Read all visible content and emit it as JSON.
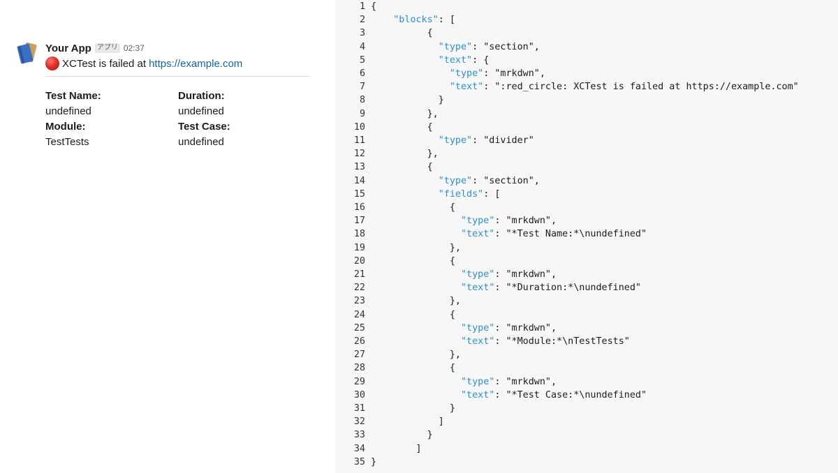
{
  "message": {
    "app_name": "Your App",
    "app_badge": "アプリ",
    "time": "02:37",
    "text": "XCTest is failed at",
    "link": "https://example.com",
    "status_emoji": "red-circle-icon",
    "colors": {
      "link": "#1264a3",
      "red_circle": "#e0302a",
      "divider": "#dddddd"
    },
    "fields": [
      {
        "label": "Test Name:",
        "value": "undefined"
      },
      {
        "label": "Duration:",
        "value": "undefined"
      },
      {
        "label": "Module:",
        "value": "TestTests"
      },
      {
        "label": "Test Case:",
        "value": "undefined"
      }
    ]
  },
  "code": {
    "colors": {
      "key": "#2c8fcf",
      "background": "#f7f7f7"
    },
    "lines": [
      {
        "n": "1",
        "indent": 0,
        "key": "",
        "rest": "{"
      },
      {
        "n": "2",
        "indent": 4,
        "key": "\"blocks\"",
        "rest": ": ["
      },
      {
        "n": "3",
        "indent": 10,
        "key": "",
        "rest": "{"
      },
      {
        "n": "4",
        "indent": 12,
        "key": "\"type\"",
        "rest": ": \"section\","
      },
      {
        "n": "5",
        "indent": 12,
        "key": "\"text\"",
        "rest": ": {"
      },
      {
        "n": "6",
        "indent": 14,
        "key": "\"type\"",
        "rest": ": \"mrkdwn\","
      },
      {
        "n": "7",
        "indent": 14,
        "key": "\"text\"",
        "rest": ": \":red_circle: XCTest is failed at https://example.com\""
      },
      {
        "n": "8",
        "indent": 12,
        "key": "",
        "rest": "}"
      },
      {
        "n": "9",
        "indent": 10,
        "key": "",
        "rest": "},"
      },
      {
        "n": "10",
        "indent": 10,
        "key": "",
        "rest": "{"
      },
      {
        "n": "11",
        "indent": 12,
        "key": "\"type\"",
        "rest": ": \"divider\""
      },
      {
        "n": "12",
        "indent": 10,
        "key": "",
        "rest": "},"
      },
      {
        "n": "13",
        "indent": 10,
        "key": "",
        "rest": "{"
      },
      {
        "n": "14",
        "indent": 12,
        "key": "\"type\"",
        "rest": ": \"section\","
      },
      {
        "n": "15",
        "indent": 12,
        "key": "\"fields\"",
        "rest": ": ["
      },
      {
        "n": "16",
        "indent": 14,
        "key": "",
        "rest": "{"
      },
      {
        "n": "17",
        "indent": 16,
        "key": "\"type\"",
        "rest": ": \"mrkdwn\","
      },
      {
        "n": "18",
        "indent": 16,
        "key": "\"text\"",
        "rest": ": \"*Test Name:*\\nundefined\""
      },
      {
        "n": "19",
        "indent": 14,
        "key": "",
        "rest": "},"
      },
      {
        "n": "20",
        "indent": 14,
        "key": "",
        "rest": "{"
      },
      {
        "n": "21",
        "indent": 16,
        "key": "\"type\"",
        "rest": ": \"mrkdwn\","
      },
      {
        "n": "22",
        "indent": 16,
        "key": "\"text\"",
        "rest": ": \"*Duration:*\\nundefined\""
      },
      {
        "n": "23",
        "indent": 14,
        "key": "",
        "rest": "},"
      },
      {
        "n": "24",
        "indent": 14,
        "key": "",
        "rest": "{"
      },
      {
        "n": "25",
        "indent": 16,
        "key": "\"type\"",
        "rest": ": \"mrkdwn\","
      },
      {
        "n": "26",
        "indent": 16,
        "key": "\"text\"",
        "rest": ": \"*Module:*\\nTestTests\""
      },
      {
        "n": "27",
        "indent": 14,
        "key": "",
        "rest": "},"
      },
      {
        "n": "28",
        "indent": 14,
        "key": "",
        "rest": "{"
      },
      {
        "n": "29",
        "indent": 16,
        "key": "\"type\"",
        "rest": ": \"mrkdwn\","
      },
      {
        "n": "30",
        "indent": 16,
        "key": "\"text\"",
        "rest": ": \"*Test Case:*\\nundefined\""
      },
      {
        "n": "31",
        "indent": 14,
        "key": "",
        "rest": "}"
      },
      {
        "n": "32",
        "indent": 12,
        "key": "",
        "rest": "]"
      },
      {
        "n": "33",
        "indent": 10,
        "key": "",
        "rest": "}"
      },
      {
        "n": "34",
        "indent": 8,
        "key": "",
        "rest": "]"
      },
      {
        "n": "35",
        "indent": 0,
        "key": "",
        "rest": "}"
      }
    ]
  }
}
